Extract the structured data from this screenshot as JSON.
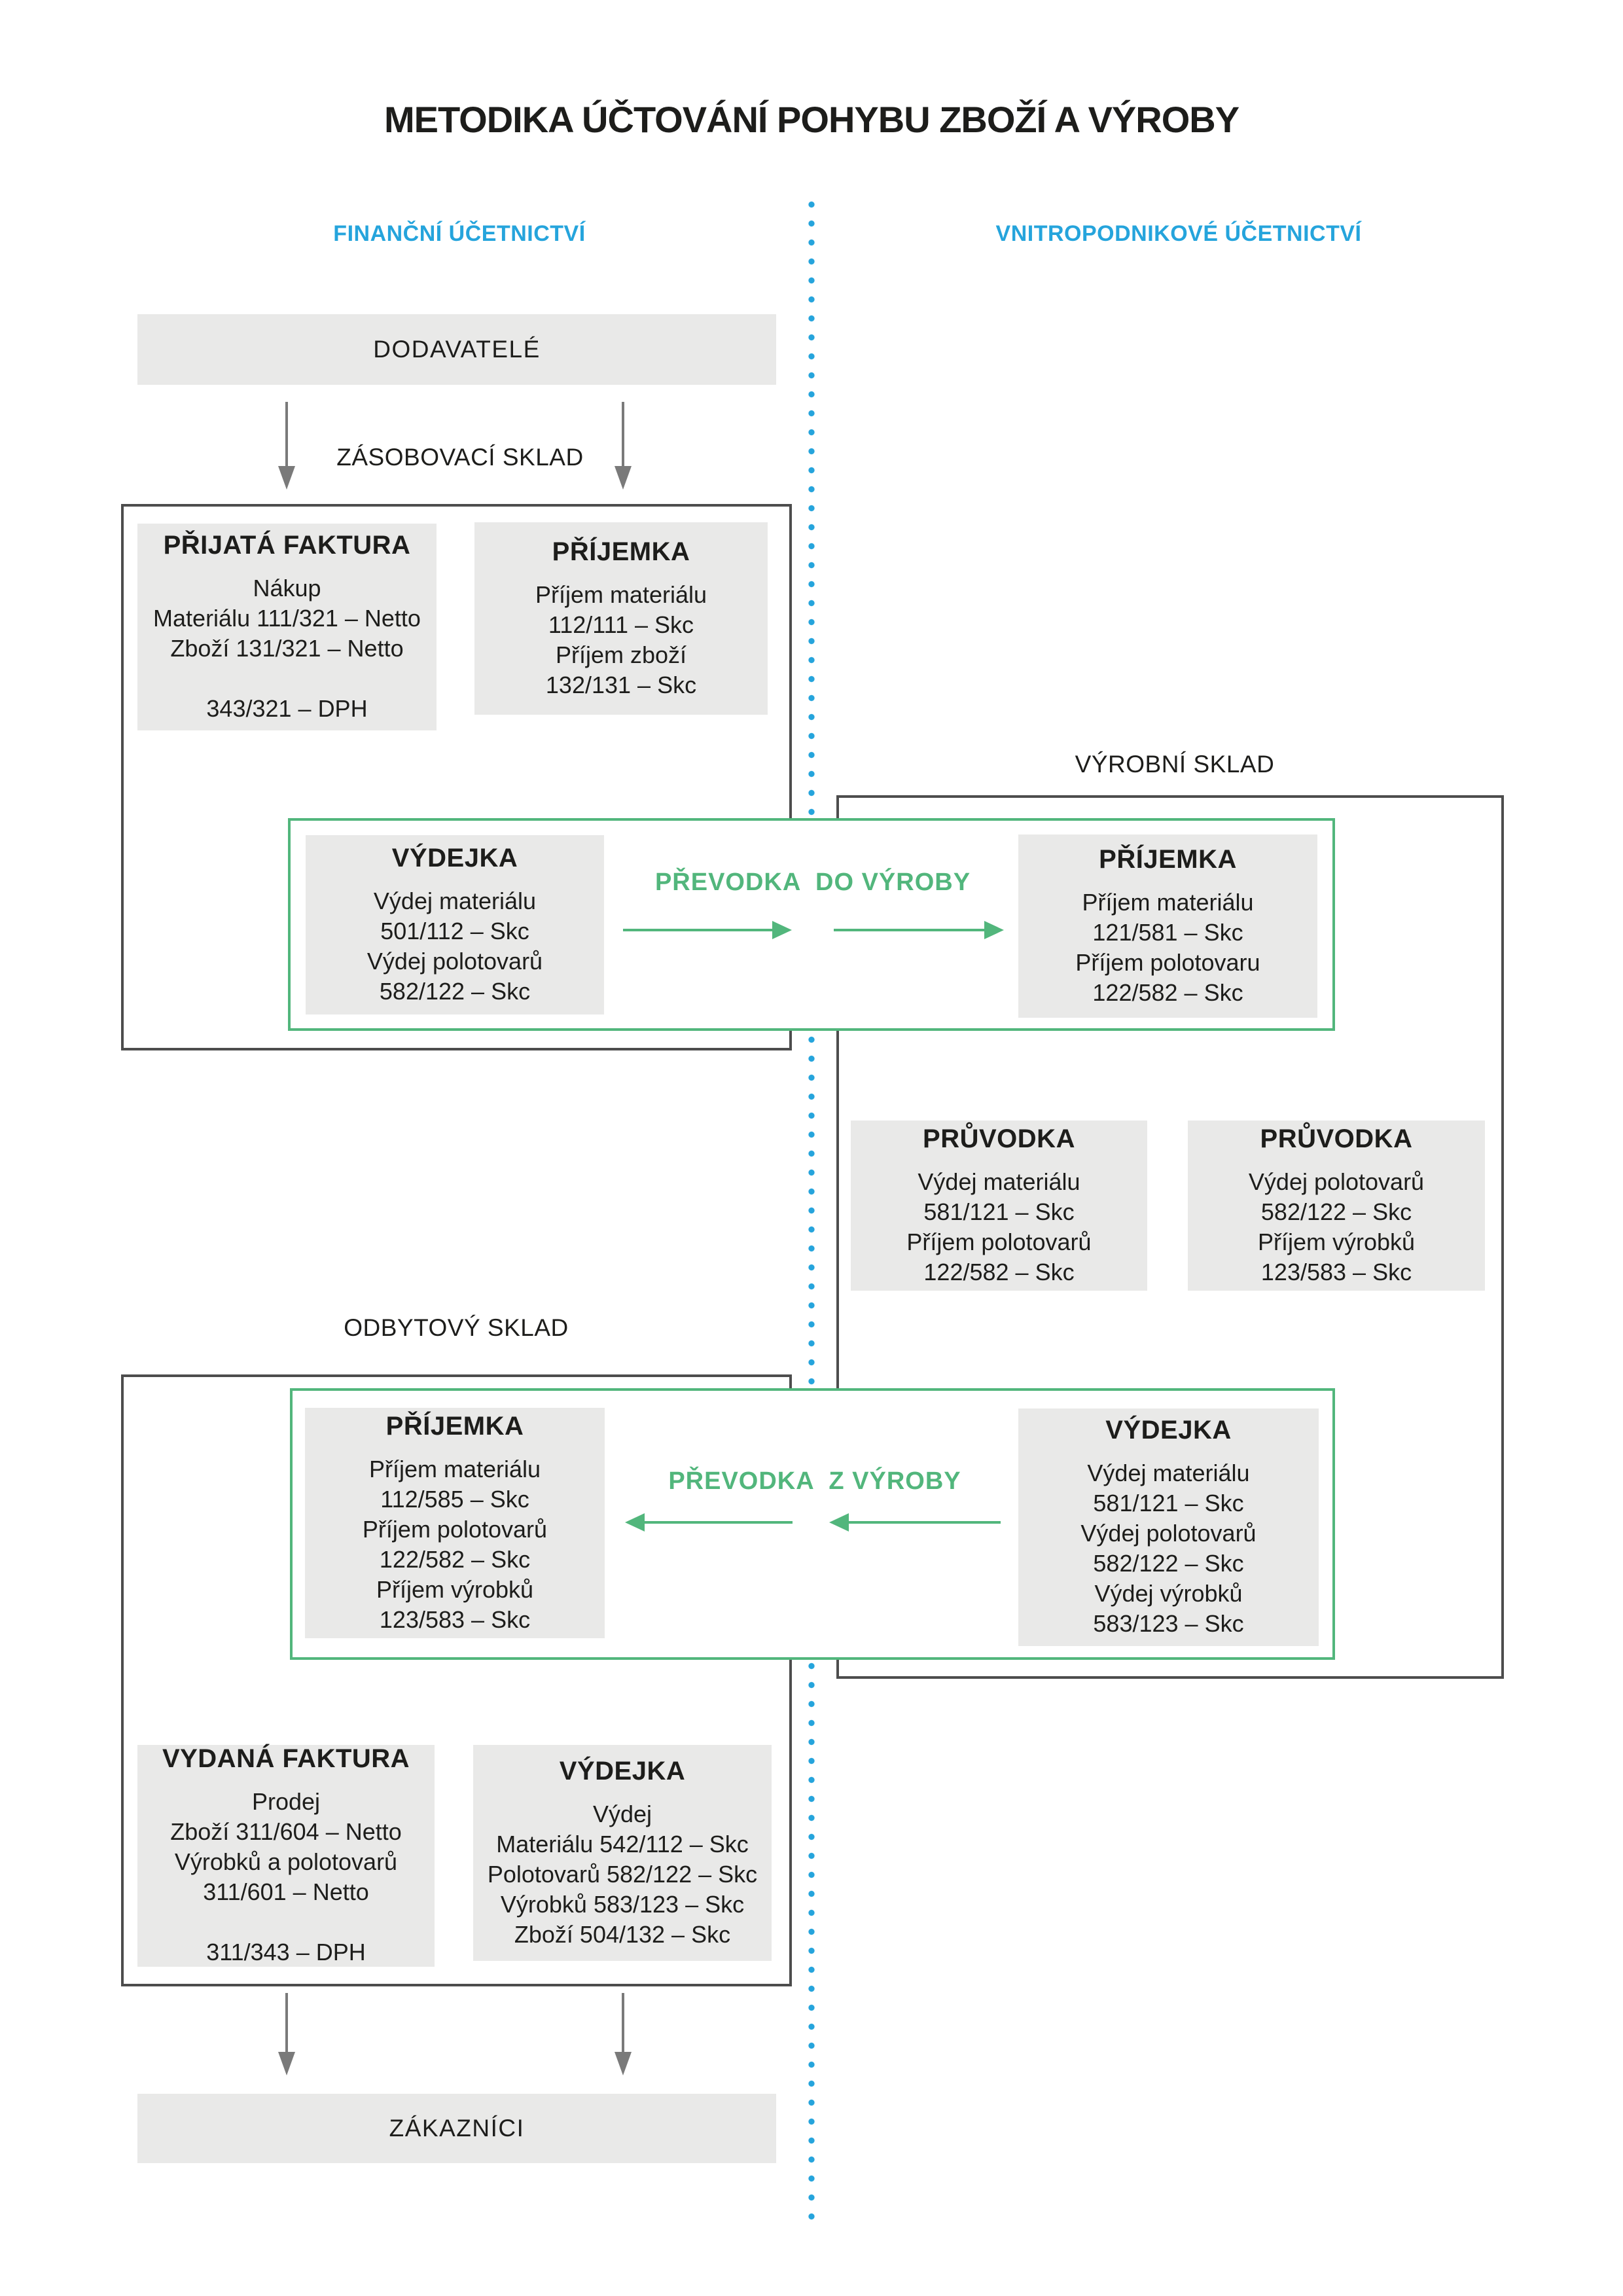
{
  "page": {
    "title": "METODIKA ÚČTOVÁNÍ POHYBU ZBOŽÍ A VÝROBY"
  },
  "columns": {
    "left_header": "FINANČNÍ ÚČETNICTVÍ",
    "right_header": "VNITROPODNIKOVÉ ÚČETNICTVÍ"
  },
  "endpoints": {
    "suppliers": "DODAVATELÉ",
    "customers": "ZÁKAZNÍCI"
  },
  "section_labels": {
    "supply_warehouse": "ZÁSOBOVACÍ SKLAD",
    "production_warehouse": "VÝROBNÍ SKLAD",
    "sales_warehouse": "ODBYTOVÝ SKLAD"
  },
  "flows": {
    "to_production": "PŘEVODKA  DO VÝROBY",
    "from_production": "PŘEVODKA  Z VÝROBY"
  },
  "cards": {
    "prijata_faktura": {
      "title": "PŘIJATÁ FAKTURA",
      "lines": [
        "Nákup",
        "Materiálu 111/321 – Netto",
        "Zboží 131/321 – Netto",
        "",
        "343/321 – DPH"
      ]
    },
    "prijemka_sklad": {
      "title": "PŘÍJEMKA",
      "lines": [
        "Příjem materiálu",
        "112/111 – Skc",
        "Příjem zboží",
        "132/131 – Skc"
      ]
    },
    "vydejka_do_vyroby": {
      "title": "VÝDEJKA",
      "lines": [
        "Výdej materiálu",
        "501/112 – Skc",
        "Výdej polotovarů",
        "582/122 – Skc"
      ]
    },
    "prijemka_vyroba": {
      "title": "PŘÍJEMKA",
      "lines": [
        "Příjem materiálu",
        "121/581 – Skc",
        "Příjem polotovaru",
        "122/582 – Skc"
      ]
    },
    "pruvodka_1": {
      "title": "PRŮVODKA",
      "lines": [
        "Výdej materiálu",
        "581/121 – Skc",
        "Příjem polotovarů",
        "122/582 – Skc"
      ]
    },
    "pruvodka_2": {
      "title": "PRŮVODKA",
      "lines": [
        "Výdej polotovarů",
        "582/122 – Skc",
        "Příjem výrobků",
        "123/583 – Skc"
      ]
    },
    "prijemka_odbyt": {
      "title": "PŘÍJEMKA",
      "lines": [
        "Příjem materiálu",
        "112/585 – Skc",
        "Příjem polotovarů",
        "122/582 – Skc",
        "Příjem výrobků",
        "123/583 – Skc"
      ]
    },
    "vydejka_z_vyroby": {
      "title": "VÝDEJKA",
      "lines": [
        "Výdej materiálu",
        "581/121 – Skc",
        "Výdej polotovarů",
        "582/122 – Skc",
        "Výdej výrobků",
        "583/123 – Skc"
      ]
    },
    "vydana_faktura": {
      "title": "VYDANÁ FAKTURA",
      "lines": [
        "Prodej",
        "Zboží 311/604 – Netto",
        "Výrobků a polotovarů",
        "311/601 – Netto",
        "",
        "311/343 – DPH"
      ]
    },
    "vydejka_prodej": {
      "title": "VÝDEJKA",
      "lines": [
        "Výdej",
        "Materiálu 542/112 – Skc",
        "Polotovarů 582/122 – Skc",
        "Výrobků 583/123 – Skc",
        "Zboží 504/132 – Skc"
      ]
    }
  },
  "colors": {
    "blue": "#25a4dc",
    "green": "#52b67c",
    "gray_box": "#e9e9e8",
    "frame_border": "#4d4d4d",
    "arrow_gray": "#7a7a7a",
    "text": "#1d1d1b"
  }
}
